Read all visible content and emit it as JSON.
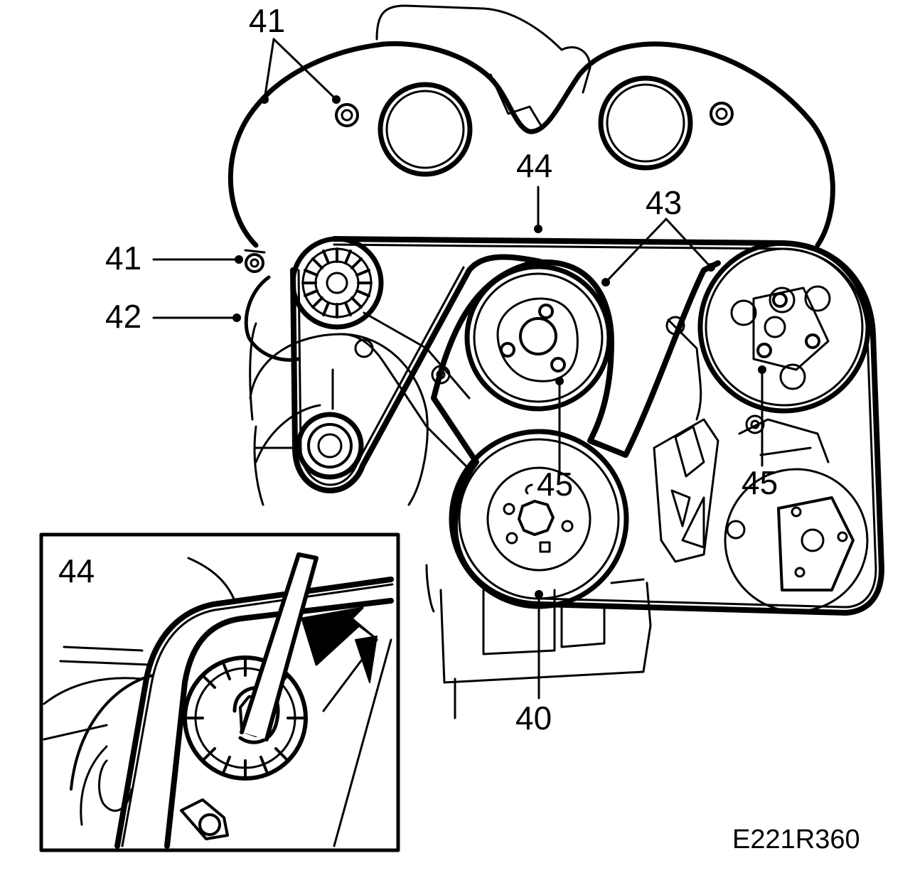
{
  "callouts": {
    "c41_top": "41",
    "c41_left": "41",
    "c42": "42",
    "c43": "43",
    "c44": "44",
    "c45_left": "45",
    "c45_right": "45",
    "c40": "40",
    "inset_44": "44"
  },
  "figure_id": "E221R360",
  "colors": {
    "ink": "#000000",
    "paper": "#ffffff"
  }
}
